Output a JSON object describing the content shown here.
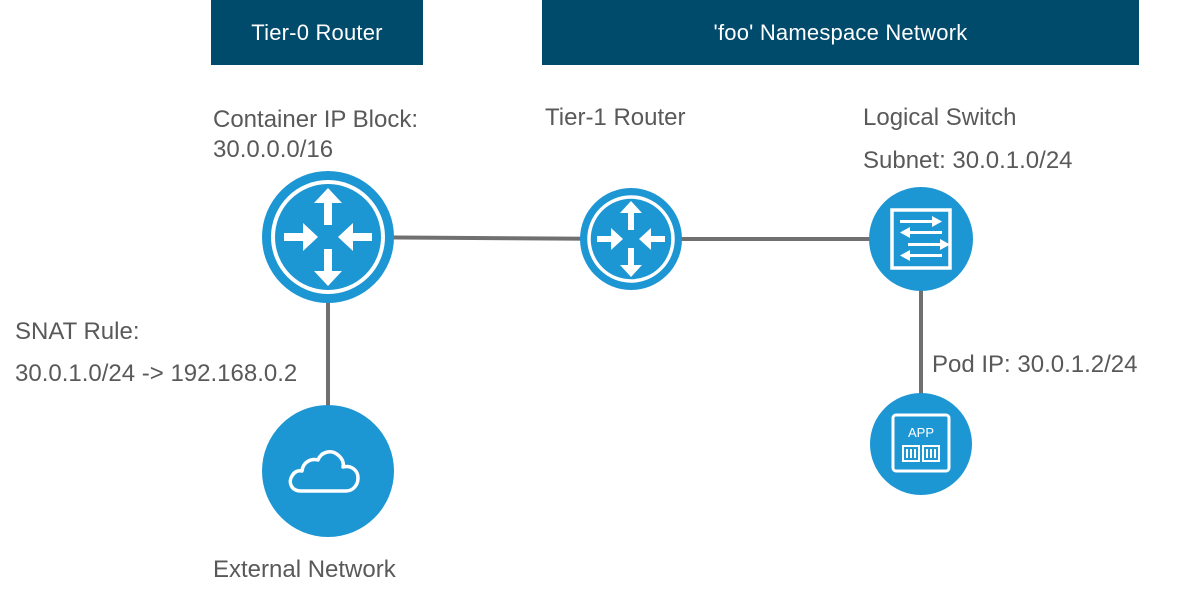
{
  "banners": {
    "tier0": "Tier-0 Router",
    "namespace": "'foo' Namespace Network"
  },
  "labels": {
    "container_ip_block_title": "Container IP Block:",
    "container_ip_block_value": "30.0.0.0/16",
    "tier1_router": "Tier-1 Router",
    "logical_switch": "Logical Switch",
    "subnet": "Subnet: 30.0.1.0/24",
    "snat_title": "SNAT Rule:",
    "snat_value": "30.0.1.0/24 -> 192.168.0.2",
    "pod_ip": "Pod IP: 30.0.1.2/24",
    "external_network": "External Network",
    "app_badge": "APP"
  },
  "colors": {
    "banner": "#004a6b",
    "node_blue": "#1d96d4",
    "line": "#707070",
    "text": "#595959"
  },
  "icons": [
    "router-icon",
    "switch-icon",
    "cloud-icon",
    "app-icon"
  ]
}
